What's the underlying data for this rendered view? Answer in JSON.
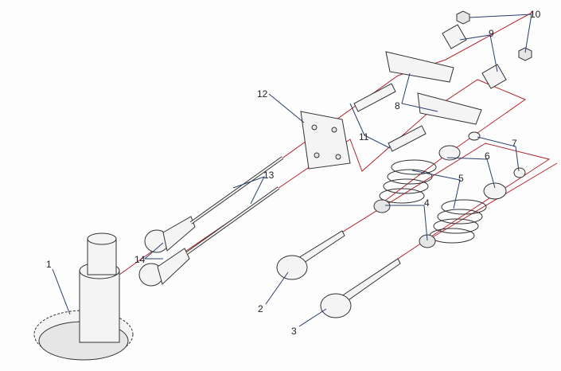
{
  "diagram": {
    "labels": {
      "l1": "1",
      "l2": "2",
      "l3": "3",
      "l4": "4",
      "l5": "5",
      "l6": "6",
      "l7": "7",
      "l8": "8",
      "l9": "9",
      "l10": "10",
      "l11": "11",
      "l12": "12",
      "l13": "13",
      "l14": "14"
    },
    "colors": {
      "centerline": "#b3262f",
      "leader": "#2a3f6e"
    }
  }
}
